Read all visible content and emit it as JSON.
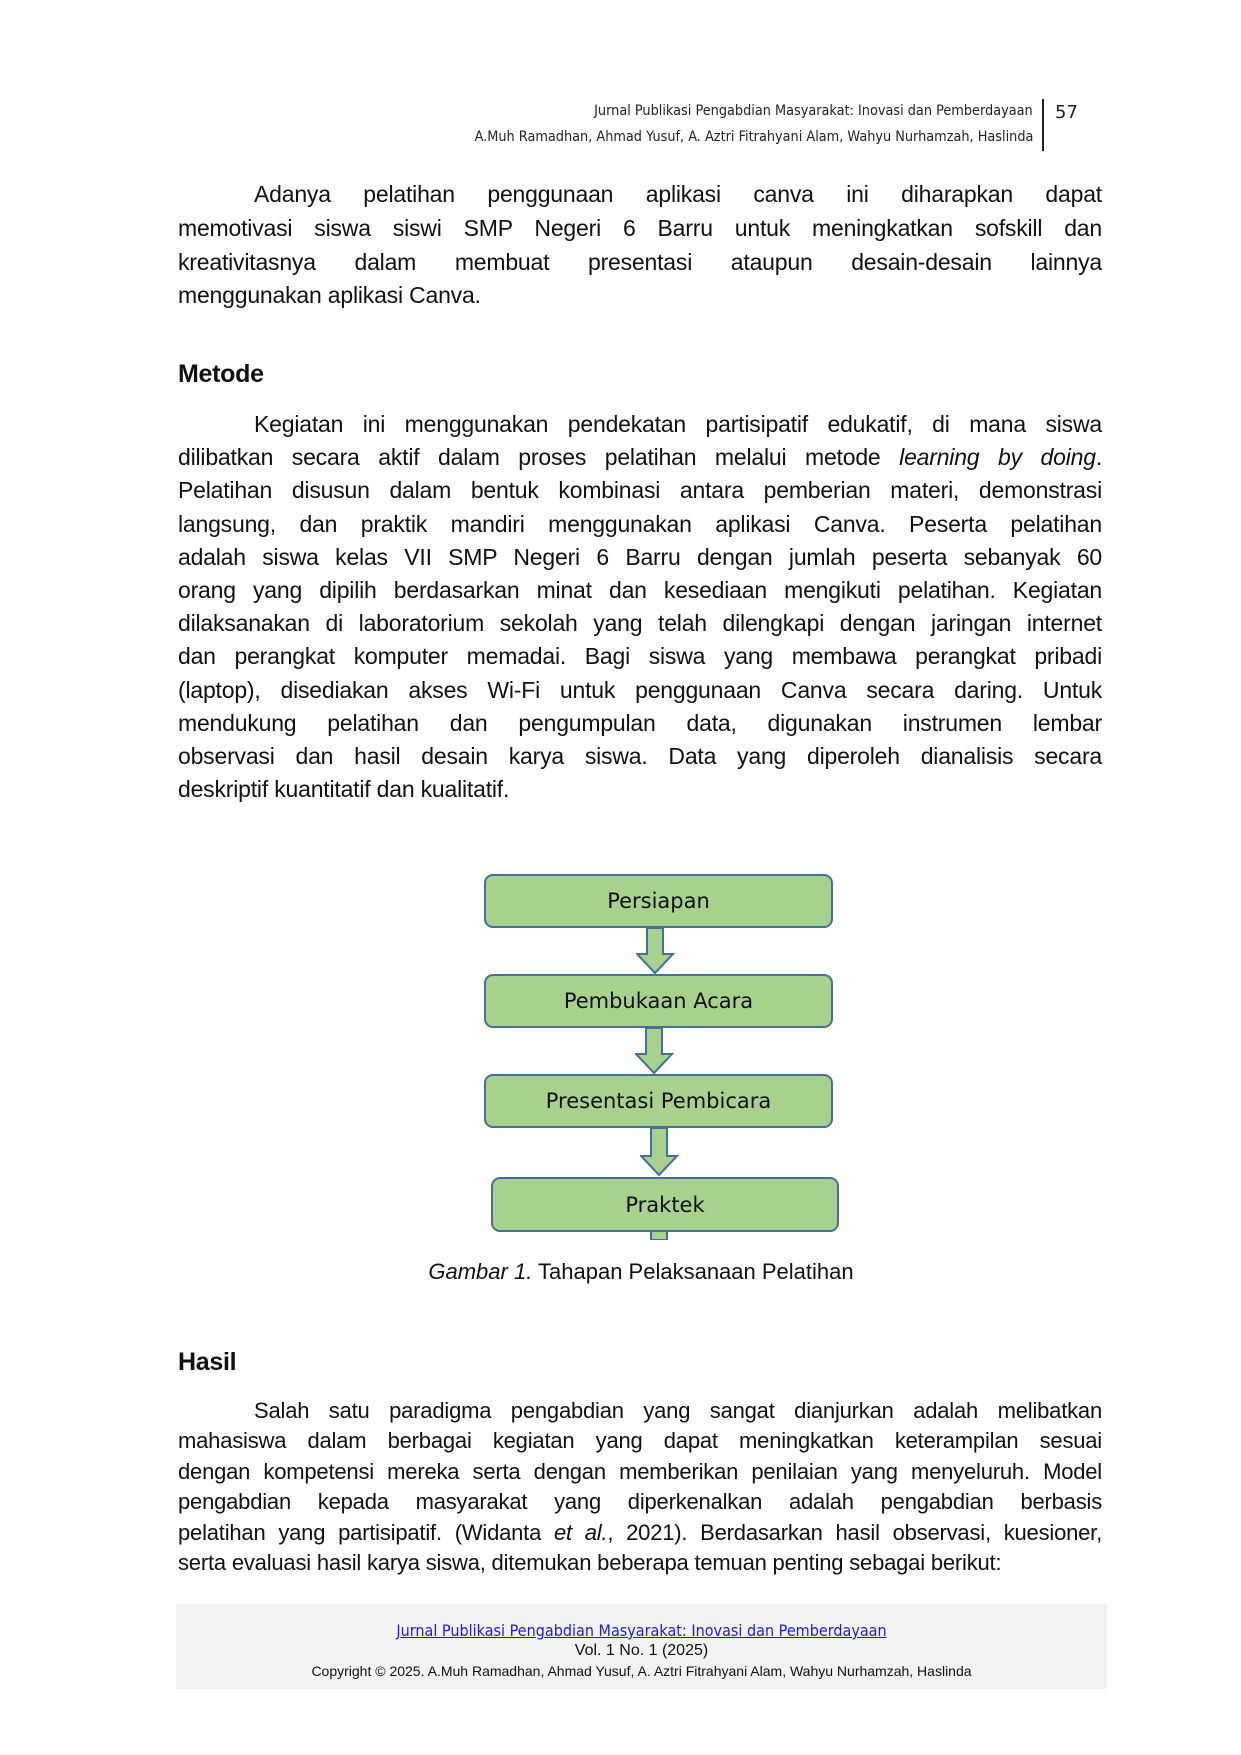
{
  "header": {
    "journal": "Jurnal Publikasi Pengabdian Masyarakat: Inovasi dan Pemberdayaan",
    "authors": "A.Muh Ramadhan, Ahmad Yusuf, A. Aztri Fitrahyani Alam, Wahyu Nurhamzah, Haslinda",
    "page_number": "57"
  },
  "intro_paragraph": [
    "Adanya pelatihan penggunaan aplikasi canva ini diharapkan dapat",
    "memotivasi siswa siswi SMP Negeri 6 Barru untuk meningkatkan sofskill dan",
    "kreativitasnya dalam membuat presentasi ataupun desain-desain lainnya",
    "menggunakan aplikasi Canva."
  ],
  "metode": {
    "heading": "Metode",
    "lines": [
      "Kegiatan ini menggunakan pendekatan partisipatif edukatif, di mana siswa",
      [
        {
          "t": "dilibatkan secara aktif dalam proses pelatihan melalui metode "
        },
        {
          "t": "learning by doing",
          "i": true
        },
        {
          "t": "."
        }
      ],
      "Pelatihan disusun dalam bentuk kombinasi antara pemberian materi, demonstrasi",
      "langsung, dan praktik mandiri menggunakan aplikasi Canva. Peserta pelatihan",
      "adalah siswa kelas VII SMP Negeri 6 Barru dengan jumlah peserta sebanyak 60",
      "orang yang dipilih berdasarkan minat dan kesediaan mengikuti pelatihan. Kegiatan",
      "dilaksanakan di laboratorium sekolah yang telah dilengkapi dengan jaringan internet",
      "dan perangkat komputer memadai. Bagi siswa yang membawa perangkat pribadi",
      "(laptop), disediakan akses Wi-Fi untuk penggunaan Canva secara daring. Untuk",
      "mendukung pelatihan dan pengumpulan data, digunakan instrumen lembar",
      "observasi dan hasil desain karya siswa. Data yang diperoleh dianalisis secara",
      "deskriptif kuantitatif dan kualitatif."
    ]
  },
  "figure": {
    "steps": [
      "Persiapan",
      "Pembukaan Acara",
      "Presentasi Pembicara",
      "Praktek"
    ],
    "caption_label": "Gambar 1.",
    "caption_text": " Tahapan Pelaksanaan Pelatihan",
    "box_fill": "#a9d18e",
    "box_border": "#41719c"
  },
  "hasil": {
    "heading": "Hasil",
    "lines": [
      "Salah satu paradigma pengabdian yang sangat dianjurkan adalah melibatkan",
      "mahasiswa dalam berbagai kegiatan yang dapat meningkatkan keterampilan sesuai",
      "dengan kompetensi mereka serta dengan memberikan penilaian yang menyeluruh. Model",
      "pengabdian kepada masyarakat yang diperkenalkan adalah pengabdian berbasis",
      [
        {
          "t": "pelatihan yang partisipatif. (Widanta "
        },
        {
          "t": "et al.",
          "i": true
        },
        {
          "t": ", 2021). Berdasarkan hasil observasi, kuesioner,"
        }
      ],
      "serta evaluasi hasil karya siswa, ditemukan beberapa temuan penting sebagai berikut:"
    ]
  },
  "footer": {
    "journal_link": "Jurnal Publikasi Pengabdian Masyarakat: Inovasi dan Pemberdayaan",
    "volume": "Vol. 1 No. 1 (2025)",
    "copyright": "Copyright © 2025. A.Muh Ramadhan, Ahmad Yusuf, A. Aztri Fitrahyani Alam, Wahyu Nurhamzah, Haslinda",
    "link_color": "#1a1aee"
  }
}
